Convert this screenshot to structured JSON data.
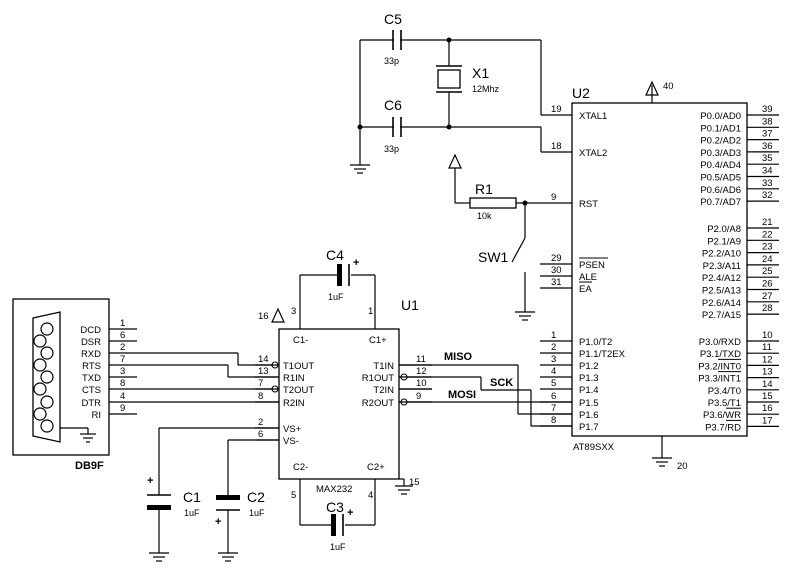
{
  "u2": {
    "ref": "U2",
    "part": "AT89SXX",
    "vcc_pin": "40",
    "gnd_pin": "20",
    "left_pins": [
      {
        "num": "19",
        "name": "XTAL1"
      },
      {
        "num": "18",
        "name": "XTAL2"
      },
      {
        "num": "9",
        "name": "RST"
      },
      {
        "num": "29",
        "name": "PSEN"
      },
      {
        "num": "30",
        "name": "ALE"
      },
      {
        "num": "31",
        "name": "EA"
      },
      {
        "num": "1",
        "name": "P1.0/T2"
      },
      {
        "num": "2",
        "name": "P1.1/T2EX"
      },
      {
        "num": "3",
        "name": "P1.2"
      },
      {
        "num": "4",
        "name": "P1.3"
      },
      {
        "num": "5",
        "name": "P1.4"
      },
      {
        "num": "6",
        "name": "P1.5"
      },
      {
        "num": "7",
        "name": "P1.6"
      },
      {
        "num": "8",
        "name": "P1.7"
      }
    ],
    "right_pins": [
      {
        "num": "39",
        "name": "P0.0/AD0"
      },
      {
        "num": "38",
        "name": "P0.1/AD1"
      },
      {
        "num": "37",
        "name": "P0.2/AD2"
      },
      {
        "num": "36",
        "name": "P0.3/AD3"
      },
      {
        "num": "35",
        "name": "P0.4/AD4"
      },
      {
        "num": "34",
        "name": "P0.5/AD5"
      },
      {
        "num": "33",
        "name": "P0.6/AD6"
      },
      {
        "num": "32",
        "name": "P0.7/AD7"
      },
      {
        "num": "21",
        "name": "P2.0/A8"
      },
      {
        "num": "22",
        "name": "P2.1/A9"
      },
      {
        "num": "23",
        "name": "P2.2/A10"
      },
      {
        "num": "24",
        "name": "P2.3/A11"
      },
      {
        "num": "25",
        "name": "P2.4/A12"
      },
      {
        "num": "26",
        "name": "P2.5/A13"
      },
      {
        "num": "27",
        "name": "P2.6/A14"
      },
      {
        "num": "28",
        "name": "P2.7/A15"
      },
      {
        "num": "10",
        "name": "P3.0/RXD"
      },
      {
        "num": "11",
        "name": "P3.1/TXD"
      },
      {
        "num": "12",
        "name": "P3.2/INT0"
      },
      {
        "num": "13",
        "name": "P3.3/INT1"
      },
      {
        "num": "14",
        "name": "P3.4/T0"
      },
      {
        "num": "15",
        "name": "P3.5/T1"
      },
      {
        "num": "16",
        "name": "P3.6/WR"
      },
      {
        "num": "17",
        "name": "P3.7/RD"
      }
    ]
  },
  "u1": {
    "ref": "U1",
    "part": "MAX232",
    "vcc_pin": "16",
    "gnd_pin": "15",
    "top_pins": [
      {
        "num": "3",
        "name": "C1-"
      },
      {
        "num": "1",
        "name": "C1+"
      }
    ],
    "bottom_pins": [
      {
        "num": "5",
        "name": "C2-"
      },
      {
        "num": "4",
        "name": "C2+"
      }
    ],
    "left_pins": [
      {
        "num": "14",
        "name": "T1OUT"
      },
      {
        "num": "13",
        "name": "R1IN"
      },
      {
        "num": "7",
        "name": "T2OUT"
      },
      {
        "num": "8",
        "name": "R2IN"
      },
      {
        "num": "2",
        "name": "VS+"
      },
      {
        "num": "6",
        "name": "VS-"
      }
    ],
    "right_pins": [
      {
        "num": "11",
        "name": "T1IN"
      },
      {
        "num": "12",
        "name": "R1OUT"
      },
      {
        "num": "10",
        "name": "T2IN"
      },
      {
        "num": "9",
        "name": "R2OUT"
      }
    ]
  },
  "db9": {
    "ref": "DB9F",
    "pins": [
      {
        "num": "1",
        "name": "DCD"
      },
      {
        "num": "6",
        "name": "DSR"
      },
      {
        "num": "2",
        "name": "RXD"
      },
      {
        "num": "7",
        "name": "RTS"
      },
      {
        "num": "3",
        "name": "TXD"
      },
      {
        "num": "8",
        "name": "CTS"
      },
      {
        "num": "4",
        "name": "DTR"
      },
      {
        "num": "9",
        "name": "RI"
      }
    ]
  },
  "components": {
    "c5": {
      "ref": "C5",
      "value": "33p"
    },
    "c6": {
      "ref": "C6",
      "value": "33p"
    },
    "x1": {
      "ref": "X1",
      "value": "12Mhz"
    },
    "r1": {
      "ref": "R1",
      "value": "10k"
    },
    "sw1": {
      "ref": "SW1"
    },
    "c4": {
      "ref": "C4",
      "value": "1uF"
    },
    "c3": {
      "ref": "C3",
      "value": "1uF"
    },
    "c1": {
      "ref": "C1",
      "value": "1uF"
    },
    "c2": {
      "ref": "C2",
      "value": "1uF"
    }
  },
  "nets": {
    "miso": "MISO",
    "sck": "SCK",
    "mosi": "MOSI"
  },
  "polarity": {
    "plus": "+"
  }
}
